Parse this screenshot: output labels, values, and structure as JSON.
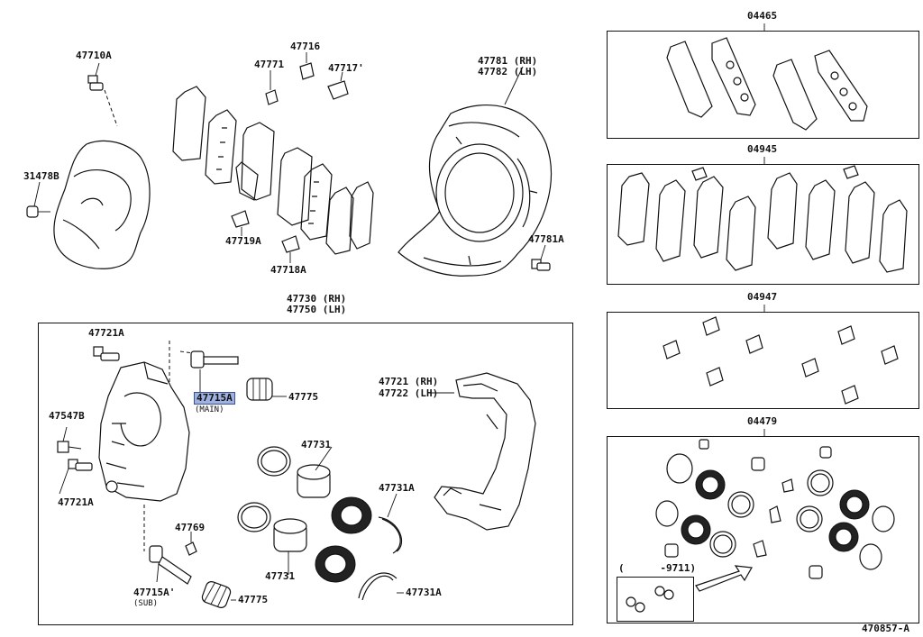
{
  "labels": {
    "p47710A": "47710A",
    "p31478B": "31478B",
    "p47771": "47771",
    "p47716": "47716",
    "p47717": "47717'",
    "p47719A": "47719A",
    "p47718A": "47718A",
    "p47781": "47781 (RH)",
    "p47782": "47782 (LH)",
    "p47781A": "47781A",
    "p47730": "47730 (RH)",
    "p47750": "47750 (LH)",
    "p47721A_top": "47721A",
    "p47715A_main": "47715A",
    "main_note": "(MAIN)",
    "p47775_top": "47775",
    "p47547B": "47547B",
    "p47721A_bottom": "47721A",
    "p47721": "47721 (RH)",
    "p47722": "47722 (LH)",
    "p47731_top": "47731",
    "p47731A_top": "47731A",
    "p47769": "47769",
    "p47731_bottom": "47731",
    "p47731A_bottom": "47731A",
    "p47715A_sub": "47715A'",
    "sub_note": "(SUB)",
    "p47775_bottom": "47775",
    "kit04465": "04465",
    "kit04945": "04945",
    "kit04947": "04947",
    "kit04479": "04479",
    "date_range": "(      -9711)",
    "figure_number": "470857-A"
  },
  "highlight_color": "#9fb1e0"
}
